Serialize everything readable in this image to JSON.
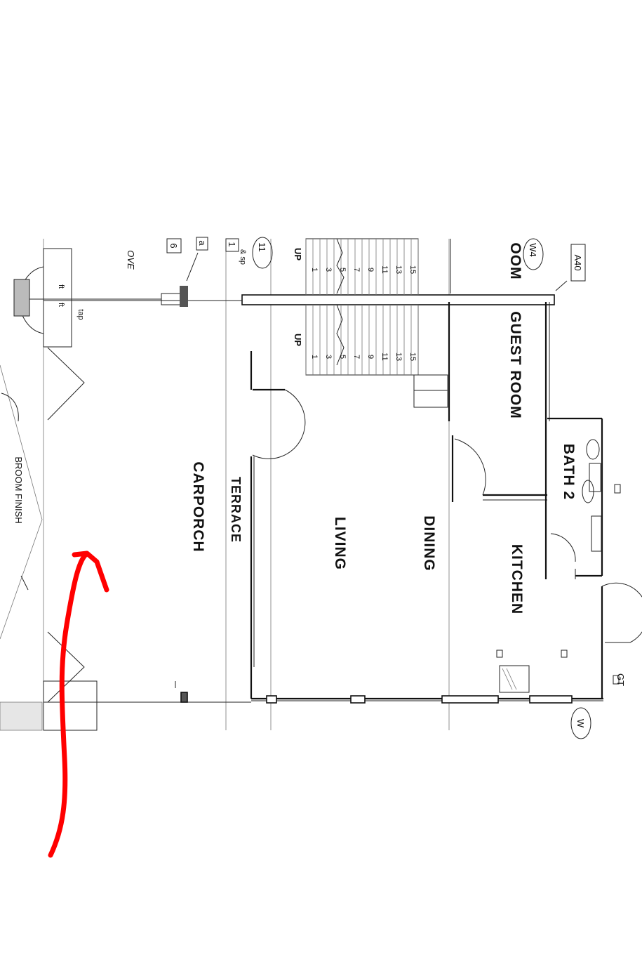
{
  "rooms": {
    "guest_room": "GUEST ROOM",
    "guest_room_partial": "OOM",
    "bath": "BATH 2",
    "kitchen": "KITCHEN",
    "dining": "DINING",
    "living": "LIVING",
    "terrace": "TERRACE",
    "carporch": "CARPORCH",
    "broom_finish": "BROOM FINISH"
  },
  "stairs": {
    "up_label": "UP",
    "left_numbers": [
      "15",
      "13",
      "11",
      "9",
      "7",
      "5",
      "3",
      "1"
    ],
    "right_numbers": [
      "15",
      "13",
      "11",
      "9",
      "7",
      "5",
      "3",
      "1"
    ]
  },
  "tags": {
    "a40": "A40",
    "w4": "W4",
    "eleven": "11",
    "one": "1",
    "six": "6",
    "a": "a",
    "sp": "& sp",
    "gt": "GT",
    "w": "W",
    "ove": "OVE",
    "tap": "tap",
    "ft": "ft"
  },
  "colors": {
    "line": "#111111",
    "annotation": "#ff0000",
    "background": "#ffffff"
  }
}
